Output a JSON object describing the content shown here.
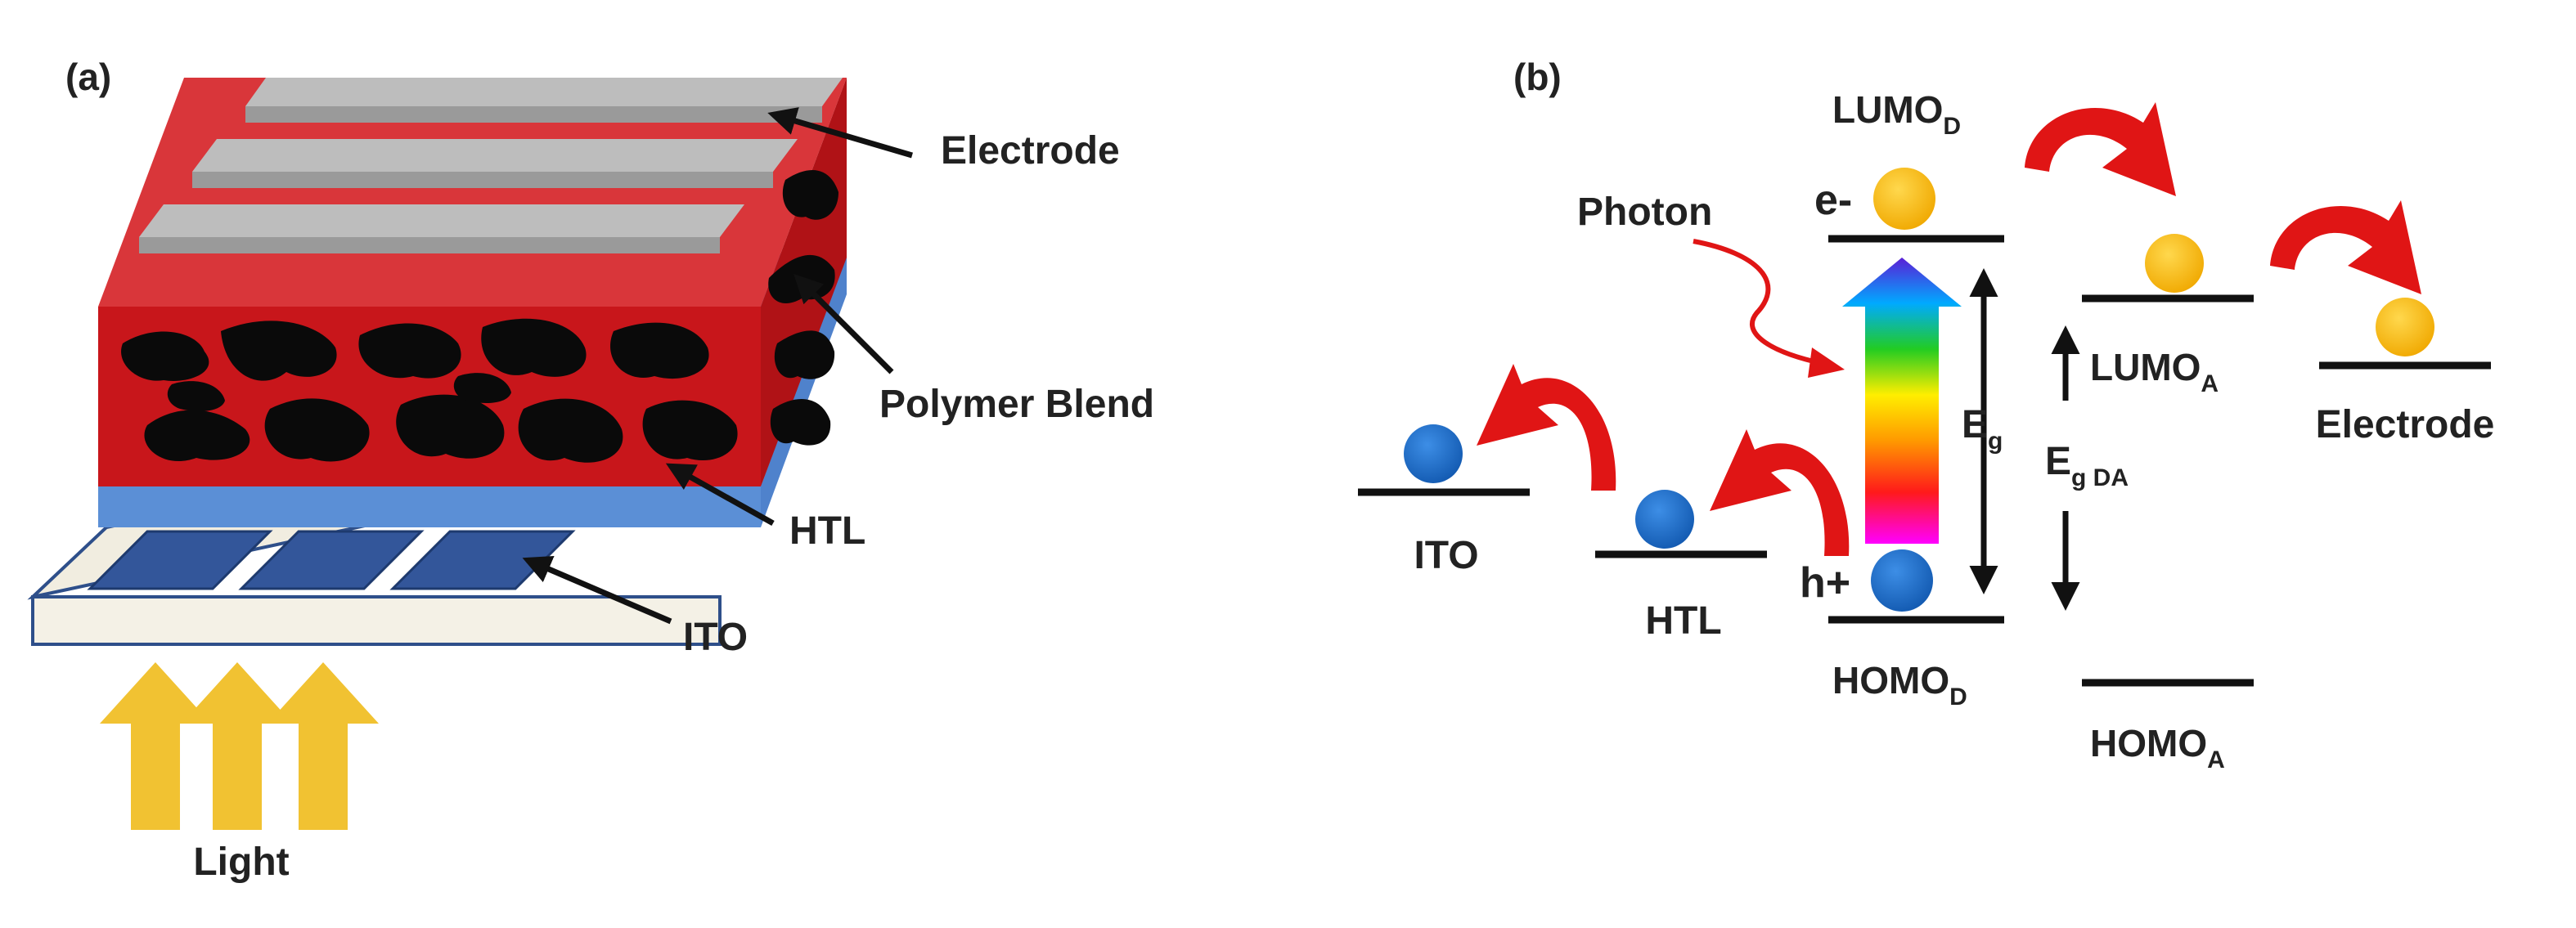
{
  "panel_a": {
    "label": "(a)",
    "electrode": "Electrode",
    "polymer_blend": "Polymer Blend",
    "htl": "HTL",
    "ito": "ITO",
    "light": "Light"
  },
  "panel_b": {
    "label": "(b)",
    "photon": "Photon",
    "e_minus": "e-",
    "h_plus": "h+",
    "lumo_d_main": "LUMO",
    "lumo_d_sub": "D",
    "homo_d_main": "HOMO",
    "homo_d_sub": "D",
    "lumo_a_main": "LUMO",
    "lumo_a_sub": "A",
    "homo_a_main": "HOMO",
    "homo_a_sub": "A",
    "eg_main": "E",
    "eg_sub": "g",
    "egda_main": "E",
    "egda_sub": "g DA",
    "ito": "ITO",
    "htl": "HTL",
    "electrode": "Electrode"
  },
  "colors": {
    "polymer_red": "#c8161b",
    "polymer_top": "#d9363a",
    "polymer_side": "#b01216",
    "electrode_gray": "#b8b8b8",
    "htl_blue": "#5b8fd6",
    "ito_blue": "#2e4f8a",
    "substrate": "#f1ede0",
    "light_yellow": "#f1c232",
    "electron_yellow": "#f5b800",
    "hole_blue": "#1f6fc8",
    "arrow_red": "#e01515",
    "line_black": "#111111"
  }
}
